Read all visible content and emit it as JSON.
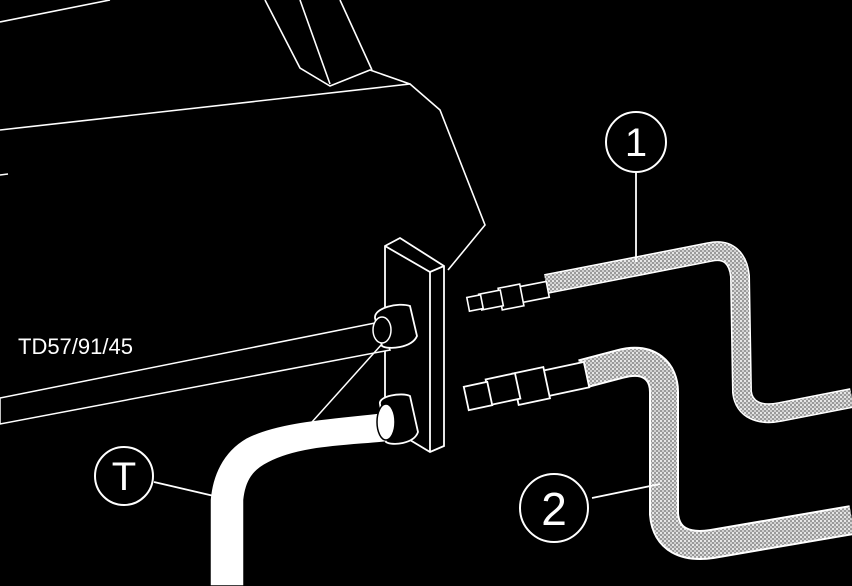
{
  "diagram": {
    "reference_code": "TD57/91/45",
    "callouts": {
      "hose_1": "1",
      "hose_2": "2",
      "tool_t": "T"
    },
    "colors": {
      "background": "#000000",
      "line": "#ffffff",
      "hose_fill": "#bdbdbd"
    }
  }
}
